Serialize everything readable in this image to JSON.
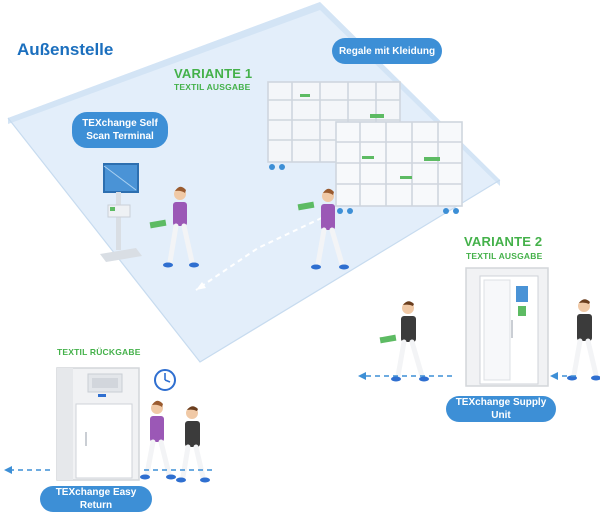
{
  "title": "Außenstelle",
  "variant1": {
    "heading": "VARIANTE 1",
    "sub": "TEXTIL AUSGABE"
  },
  "variant2": {
    "heading": "VARIANTE 2",
    "sub": "TEXTIL AUSGABE"
  },
  "return_label": "TEXTIL RÜCKGABE",
  "labels": {
    "racks": "Regale mit Kleidung",
    "terminal_line1": "TEXchange Self",
    "terminal_line2": "Scan Terminal",
    "supply_unit": "TEXchange Supply Unit",
    "easy_return": "TEXchange Easy Return"
  },
  "colors": {
    "room_fill": "#dbeaf8",
    "room_edge": "#c7dbef",
    "pill": "#3d8fd6",
    "title_blue": "#1b6fbe",
    "green": "#44b14a",
    "shirt_purple": "#9b58b6",
    "shirt_dark": "#3b3b3b",
    "arrow_blue": "#3d8fd6"
  }
}
